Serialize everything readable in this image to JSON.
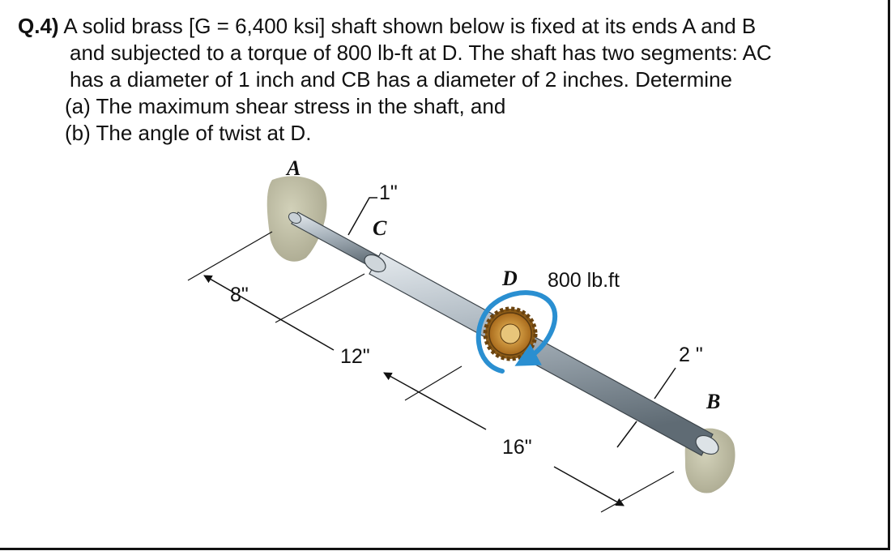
{
  "question": {
    "number": "Q.4)",
    "line1": "A solid brass [G = 6,400 ksi] shaft shown below is fixed at its ends A and B",
    "line2": "and subjected to a torque of 800 lb-ft at D. The shaft has two segments: AC",
    "line3": "has a diameter of 1 inch and CB has a diameter of 2 inches. Determine",
    "part_a": "(a) The maximum shear stress in the shaft, and",
    "part_b": "(b) The angle of twist at D."
  },
  "figure": {
    "point_a": "A",
    "point_b": "B",
    "point_c": "C",
    "point_d": "D",
    "torque_label": "800 lb.ft",
    "dia_small": "1\"",
    "dia_large": "2 \"",
    "dim_ac": "8\"",
    "dim_cd": "12\"",
    "dim_db": "16\""
  },
  "colors": {
    "support": "#bdbca3",
    "shaft": "#a9b4bd",
    "gear": "#c98a2e",
    "torque_arrow": "#2a8fd1"
  }
}
